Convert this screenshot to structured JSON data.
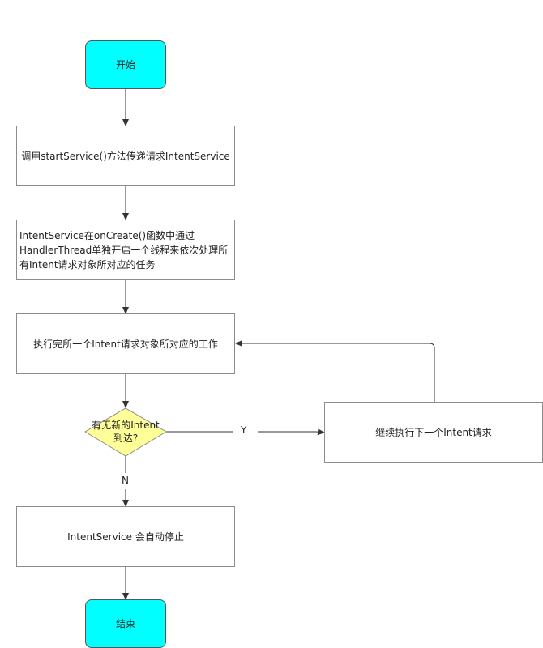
{
  "nodes": {
    "start": "开始",
    "step1": "调用startService()方法传递请求IntentService",
    "step2": "IntentService在onCreate()函数中通过HandlerThread单独开启一个线程来依次处理所有Intent请求对象所对应的任务",
    "step3": "执行完所一个Intent请求对象所对应的工作",
    "decision_line1": "有无新的Intent",
    "decision_line2": "到达?",
    "next": "继续执行下一个Intent请求",
    "stop": "IntentService 会自动停止",
    "end": "结束"
  },
  "edges": {
    "yes_label": "Y",
    "no_label": "N"
  },
  "colors": {
    "terminal_fill": "#00ffff",
    "decision_fill": "#ffff99",
    "line": "#333333"
  }
}
